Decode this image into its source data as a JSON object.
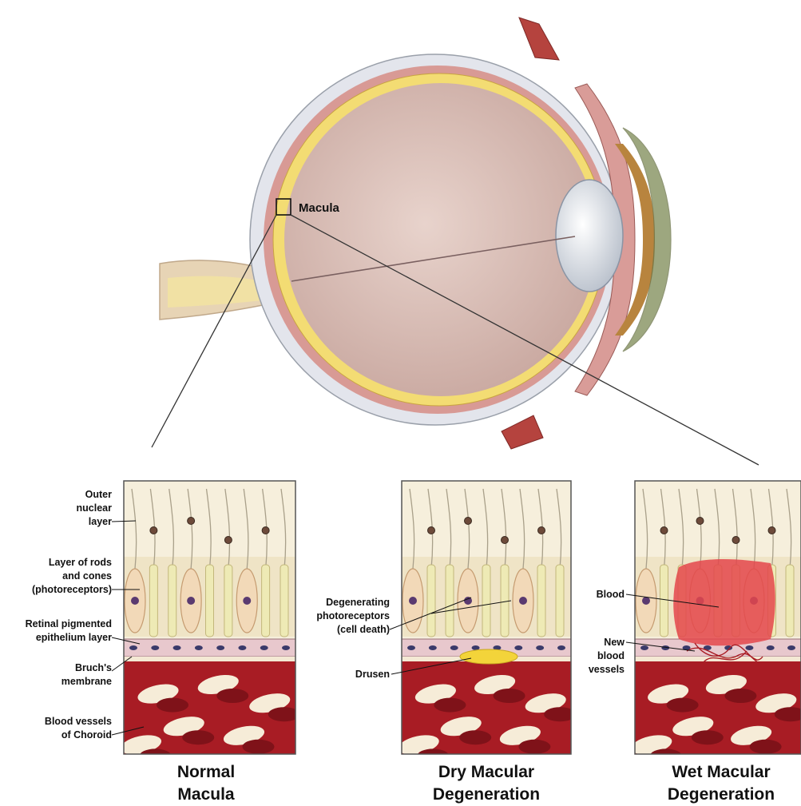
{
  "eye": {
    "macula_label": "Macula"
  },
  "panels": [
    {
      "title_line1": "Normal",
      "title_line2": "Macula"
    },
    {
      "title_line1": "Dry Macular",
      "title_line2": "Degeneration"
    },
    {
      "title_line1": "Wet Macular",
      "title_line2": "Degeneration"
    }
  ],
  "labels": {
    "outer_nuclear": [
      "Outer",
      "nuclear",
      "layer"
    ],
    "rods_cones": [
      "Layer of rods",
      "and cones",
      "(photoreceptors)"
    ],
    "rpe": [
      "Retinal pigmented",
      "epithelium layer"
    ],
    "bruch": [
      "Bruch's",
      "membrane"
    ],
    "choroid": [
      "Blood vessels",
      "of Choroid"
    ],
    "degenerating": [
      "Degenerating",
      "photoreceptors",
      "(cell death)"
    ],
    "drusen": "Drusen",
    "blood": "Blood",
    "new_vessels": [
      "New",
      "blood",
      "vessels"
    ]
  },
  "colors": {
    "sclera": "#e3e5ec",
    "choroid_layer": "#d89a95",
    "retina": "#f3dc73",
    "vitreous": "#d5b9b1",
    "blood": "#a81c24",
    "drusen": "#f3d43a",
    "hemorrhage": "#e4474b"
  }
}
